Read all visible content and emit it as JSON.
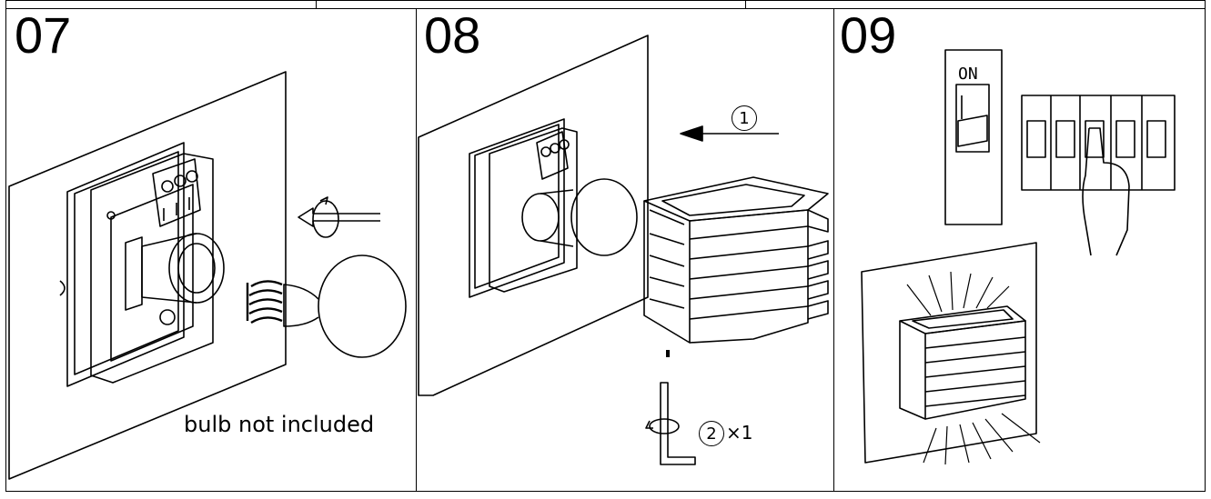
{
  "panels": [
    {
      "step": "07",
      "caption": "bulb not included"
    },
    {
      "step": "08",
      "callout_1": "1",
      "callout_2": "2",
      "quantity": "×1"
    },
    {
      "step": "09",
      "switch_label": "ON"
    }
  ],
  "icons": [
    "rotate-arrow-icon",
    "direction-arrow-icon",
    "allen-key-icon",
    "light-rays-icon",
    "hand-icon"
  ],
  "colors": {
    "line": "#000000",
    "background": "#ffffff"
  }
}
